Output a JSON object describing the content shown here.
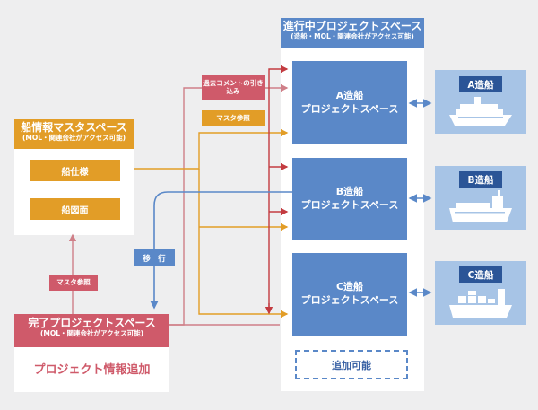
{
  "ongoing": {
    "title": "進行中プロジェクトスペース",
    "subtitle": "(造船・MOL・関連会社がアクセス可能)",
    "addable": "追加可能"
  },
  "projects": [
    {
      "line1": "A造船",
      "line2": "プロジェクトスペース"
    },
    {
      "line1": "B造船",
      "line2": "プロジェクトスペース"
    },
    {
      "line1": "C造船",
      "line2": "プロジェクトスペース"
    }
  ],
  "master": {
    "title": "船情報マスタスペース",
    "subtitle": "(MOL・関連会社がアクセス可能)",
    "items": [
      "船仕様",
      "船図面"
    ]
  },
  "completed": {
    "title": "完了プロジェクトスペース",
    "subtitle": "(MOL・関連会社がアクセス可能)",
    "action": "プロジェクト情報追加"
  },
  "labels": {
    "past_comments": "過去コメントの引き込み",
    "master_ref": "マスタ参照",
    "migrate": "移　行"
  },
  "ships": [
    "A造船",
    "B造船",
    "C造船"
  ],
  "colors": {
    "blue": "#5a88c8",
    "dark_blue": "#2b5597",
    "light_blue": "#a7c4e6",
    "orange": "#e29d27",
    "pink": "#cf5a6a",
    "red": "#c33b40"
  }
}
